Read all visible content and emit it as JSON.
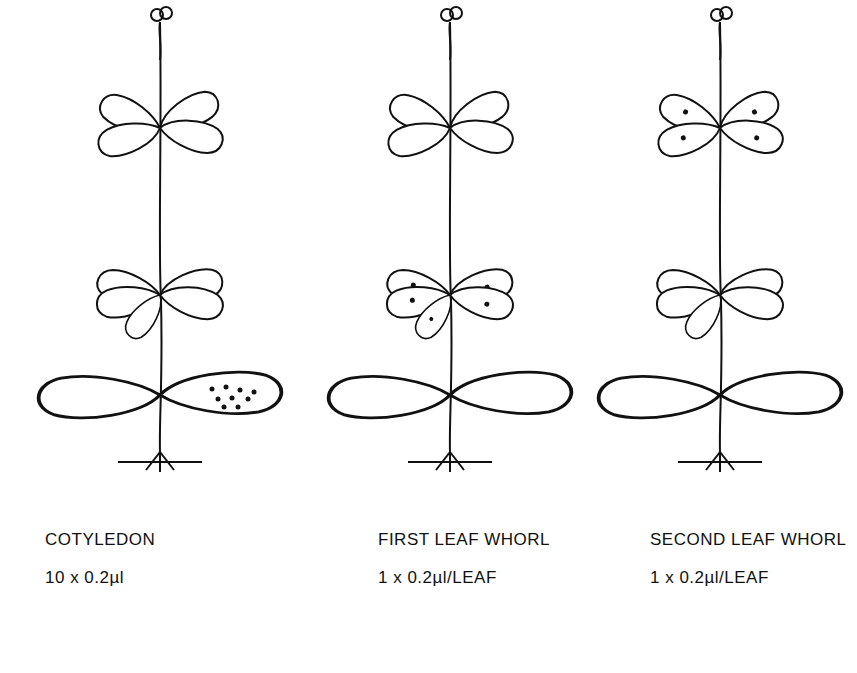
{
  "diagram": {
    "labels": [
      "COTYLEDON",
      "10 x 0.2µl",
      "FIRST LEAF WHORL",
      "1 x 0.2µl/LEAF",
      "SECOND LEAF WHORL",
      "1 x 0.2µl/LEAF"
    ]
  }
}
